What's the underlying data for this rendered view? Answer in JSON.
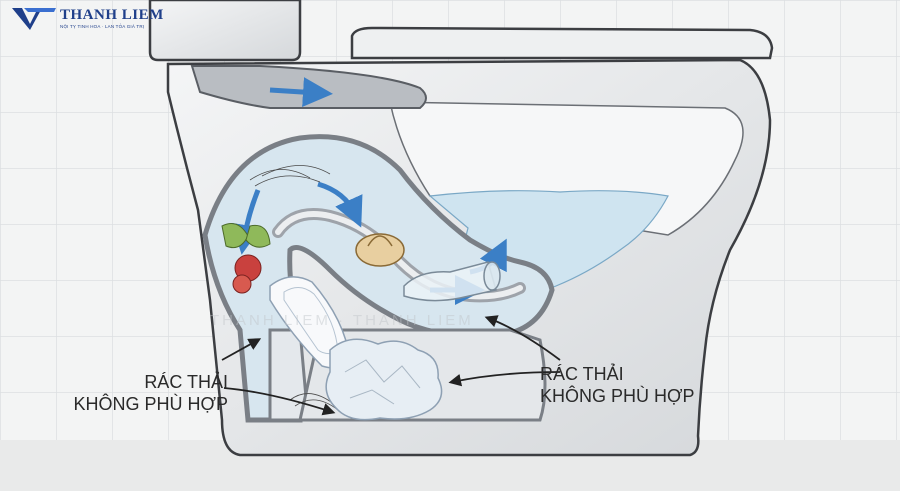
{
  "logo": {
    "brand": "THANH LIEM",
    "tagline": "NỘI TỴ TINH HOA · LAN TỎA GIÁ TRỊ",
    "colors": {
      "primary": "#1f3f8a",
      "accent": "#3a6fd0"
    }
  },
  "labels": {
    "left": {
      "line1": "RÁC THẢI",
      "line2": "KHÔNG PHÙ HỢP"
    },
    "right": {
      "line1": "RÁC THẢI",
      "line2": "KHÔNG PHÙ HỢP"
    }
  },
  "watermark": "THANH LIEM · THANH LIEM",
  "colors": {
    "porcelain": "#e6e8ea",
    "outline": "#3c3e42",
    "pipe": "#9ea3aa",
    "water": "#cfe4f0",
    "flow_arrow": "#3b7fc6"
  },
  "icons": [
    "flow-arrow-icon",
    "condom-icon",
    "plastic-bottle-icon",
    "sanitary-pad-icon",
    "tissue-clump-icon",
    "flower-icon",
    "hair-icon"
  ]
}
